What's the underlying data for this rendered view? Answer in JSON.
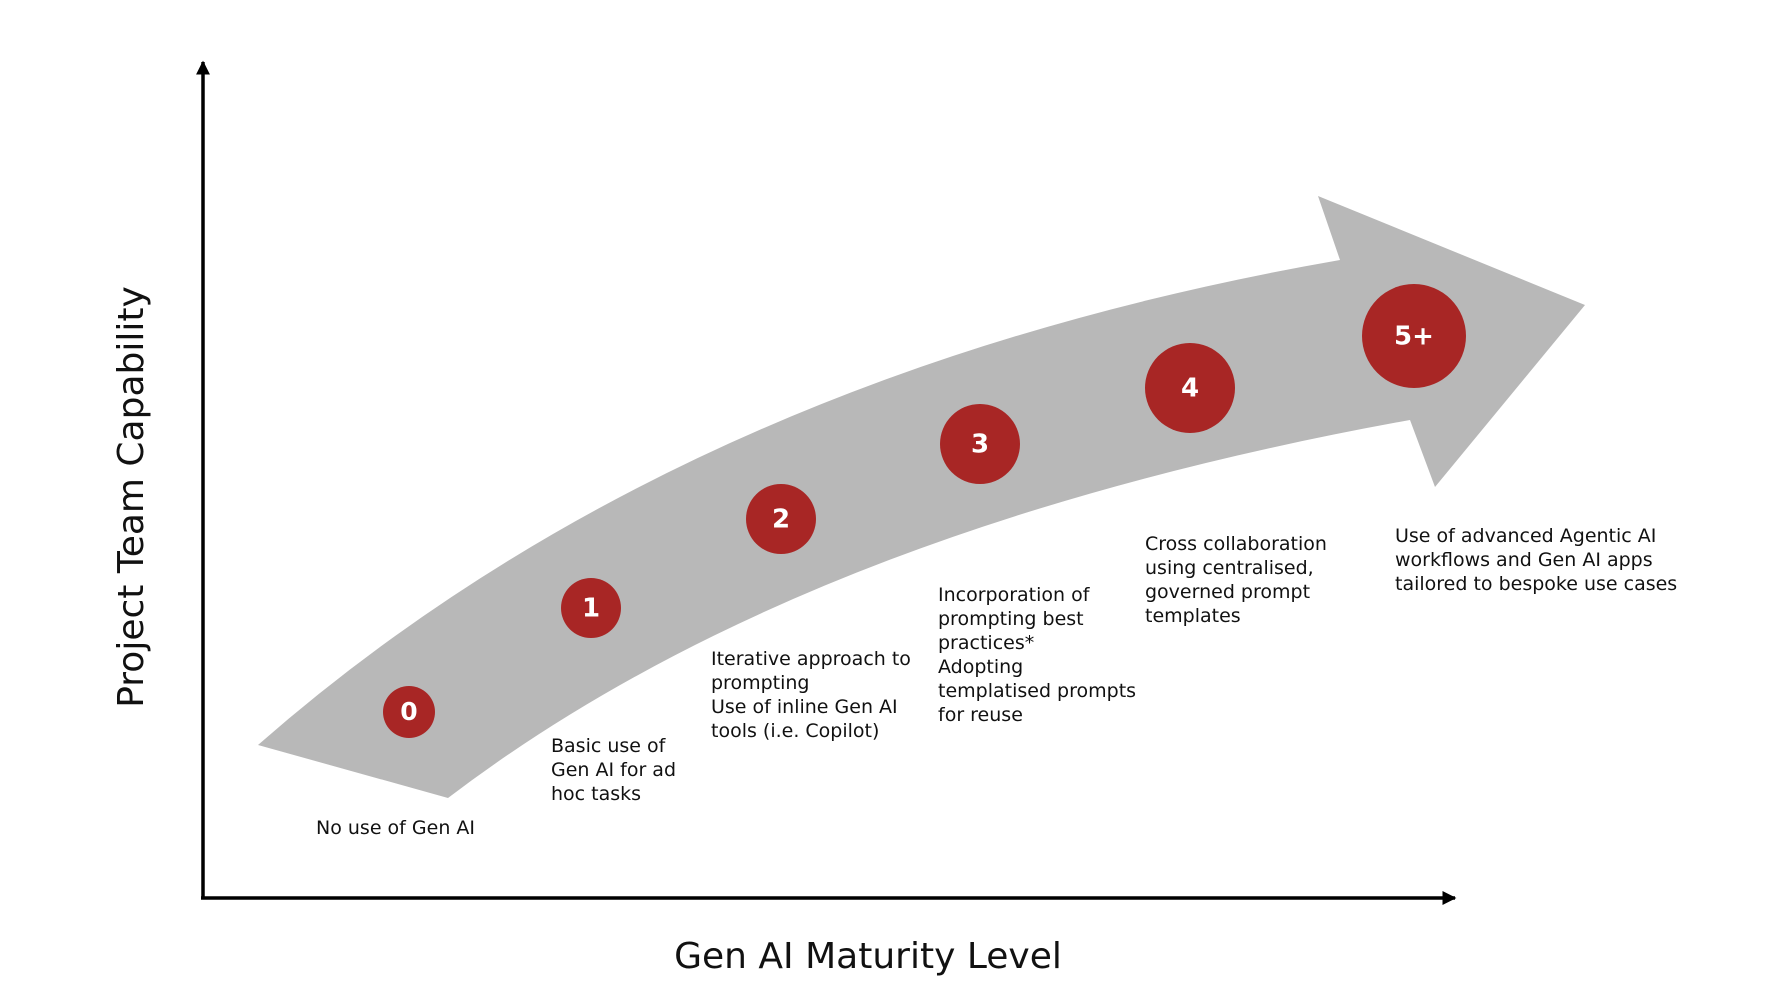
{
  "diagram": {
    "y_axis_label": "Project Team Capability",
    "x_axis_label": "Gen AI Maturity Level",
    "colors": {
      "arrow": "#b8b8b8",
      "circle": "#a82625",
      "axis": "#000000",
      "number": "#ffffff"
    },
    "stages": [
      {
        "number": "0",
        "lines": [
          "No use of Gen AI"
        ]
      },
      {
        "number": "1",
        "lines": [
          "Basic use of",
          "Gen AI for ad",
          "hoc tasks"
        ]
      },
      {
        "number": "2",
        "lines": [
          "Iterative approach to",
          "prompting",
          "Use of inline Gen AI",
          "tools (i.e. Copilot)"
        ]
      },
      {
        "number": "3",
        "lines": [
          "Incorporation of",
          "prompting best",
          "practices*",
          "Adopting",
          "templatised prompts",
          "for reuse"
        ]
      },
      {
        "number": "4",
        "lines": [
          "Cross collaboration",
          "using centralised,",
          "governed prompt",
          "templates"
        ]
      },
      {
        "number": "5+",
        "lines": [
          "Use of advanced Agentic AI",
          "workflows and Gen AI apps",
          "tailored to bespoke use cases"
        ]
      }
    ]
  }
}
